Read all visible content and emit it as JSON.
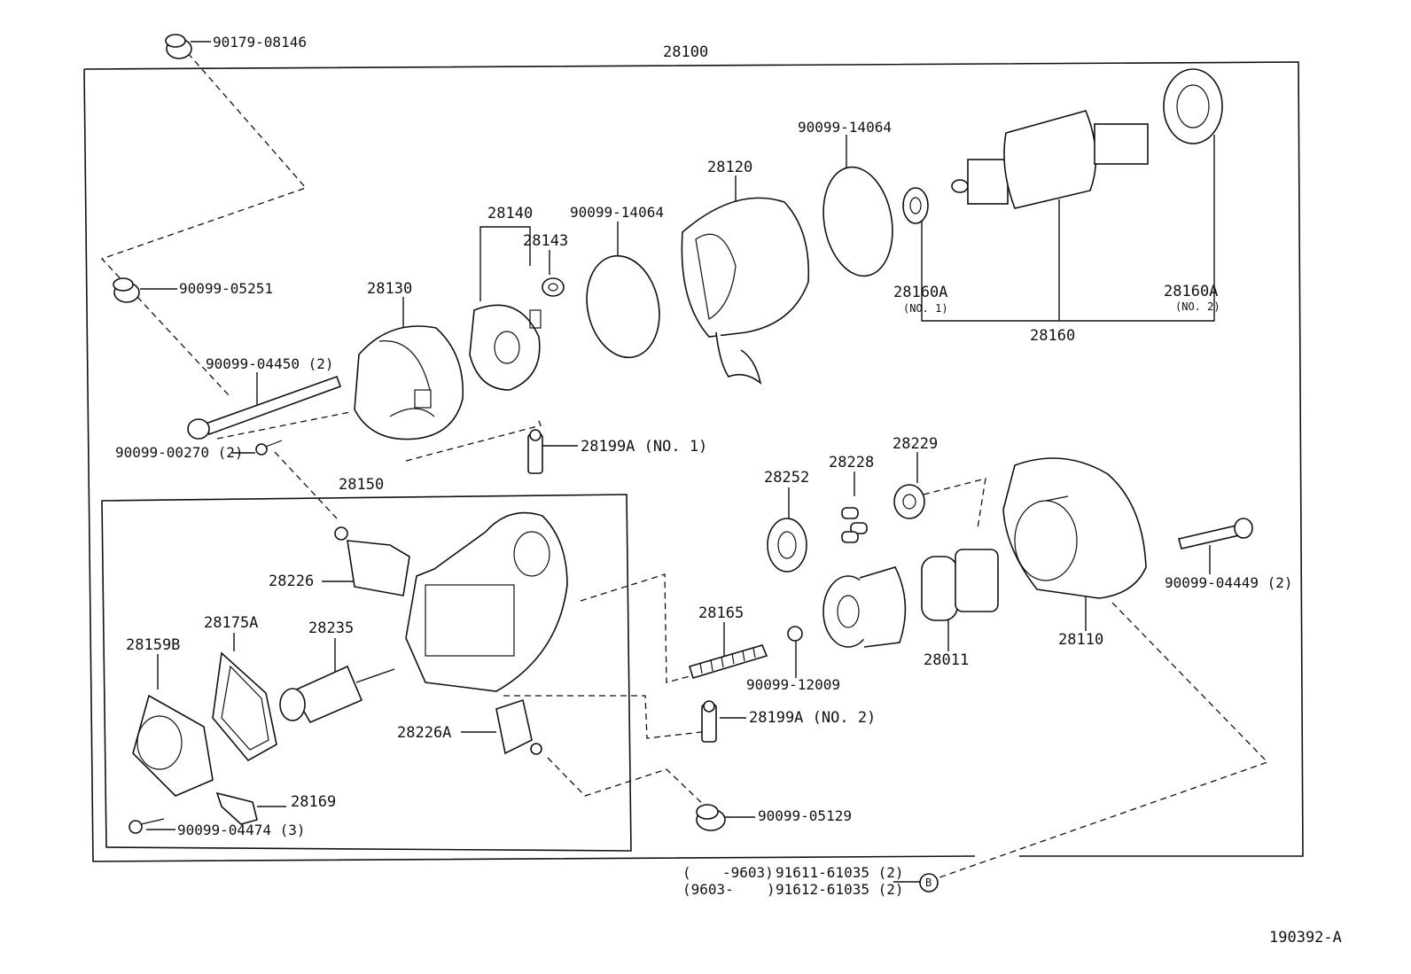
{
  "diagram": {
    "id_code": "190392-A",
    "labels": {
      "l28100": "28100",
      "l90179_08146": "90179-08146",
      "l90099_05251": "90099-05251",
      "l90099_04450": "90099-04450 (2)",
      "l90099_00270": "90099-00270 (2)",
      "l28130": "28130",
      "l28140": "28140",
      "l28143": "28143",
      "l90099_14064_a": "90099-14064",
      "l28120": "28120",
      "l90099_14064_b": "90099-14064",
      "l28160A_1": "28160A",
      "l28160A_1_sub": "(NO. 1)",
      "l28160A_2": "28160A",
      "l28160A_2_sub": "(NO. 2)",
      "l28160": "28160",
      "l28199A_1": "28199A (NO. 1)",
      "l28150": "28150",
      "l28226": "28226",
      "l28159B": "28159B",
      "l28175A": "28175A",
      "l28235": "28235",
      "l28226A": "28226A",
      "l28169": "28169",
      "l90099_04474": "90099-04474 (3)",
      "l28252": "28252",
      "l28228": "28228",
      "l28229": "28229",
      "l28165": "28165",
      "l90099_12009": "90099-12009",
      "l28199A_2": "28199A (NO. 2)",
      "l28011": "28011",
      "l28110": "28110",
      "l90099_04449": "90099-04449 (2)",
      "l90099_05129": "90099-05129",
      "l_paren_9603a": "(",
      "l_9603a": "-9603)",
      "l91611": "91611-61035 (2)",
      "l_9603b": "(9603-",
      "l_paren_b": ")",
      "l91612": "91612-61035 (2)",
      "l_circle_b": "B"
    }
  }
}
